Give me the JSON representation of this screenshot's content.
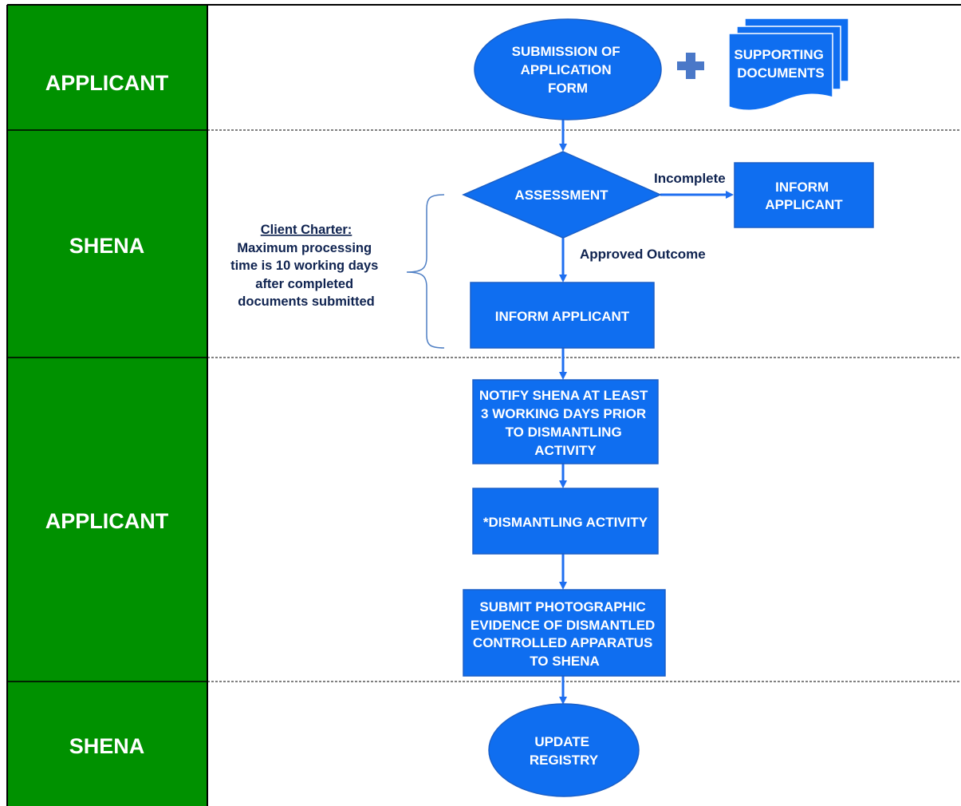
{
  "colors": {
    "lane_fill": "#009100",
    "node_fill": "#0f6ef0",
    "node_stroke": "#1a5fc7",
    "arrow": "#1f6ff0",
    "edge_text": "#0f2350",
    "divider": "#000000",
    "brace": "#4f7fc4"
  },
  "lanes": [
    {
      "id": "lane-1",
      "label": "APPLICANT"
    },
    {
      "id": "lane-2",
      "label": "SHENA"
    },
    {
      "id": "lane-3",
      "label": "APPLICANT"
    },
    {
      "id": "lane-4",
      "label": "SHENA"
    }
  ],
  "nodes": {
    "submission": {
      "shape": "ellipse",
      "lines": [
        "SUBMISSION OF",
        "APPLICATION",
        "FORM"
      ]
    },
    "plus": {
      "shape": "plus-icon"
    },
    "supporting_docs": {
      "shape": "multi-document",
      "lines": [
        "SUPPORTING",
        "DOCUMENTS"
      ]
    },
    "assessment": {
      "shape": "diamond",
      "lines": [
        "ASSESSMENT"
      ]
    },
    "inform_incomplete": {
      "shape": "rectangle",
      "lines": [
        "INFORM",
        "APPLICANT"
      ]
    },
    "inform_approved": {
      "shape": "rectangle",
      "lines": [
        "INFORM APPLICANT"
      ]
    },
    "notify": {
      "shape": "rectangle",
      "lines": [
        "NOTIFY SHENA AT LEAST",
        "3 WORKING DAYS PRIOR",
        "TO DISMANTLING",
        "ACTIVITY"
      ]
    },
    "dismantling": {
      "shape": "rectangle",
      "lines": [
        "*DISMANTLING ACTIVITY"
      ]
    },
    "submit_evidence": {
      "shape": "rectangle",
      "lines": [
        "SUBMIT PHOTOGRAPHIC",
        "EVIDENCE OF DISMANTLED",
        "CONTROLLED APPARATUS",
        "TO SHENA"
      ]
    },
    "update_registry": {
      "shape": "ellipse",
      "lines": [
        "UPDATE",
        "REGISTRY"
      ]
    }
  },
  "edges": [
    {
      "from": "submission",
      "to": "assessment",
      "label": ""
    },
    {
      "from": "assessment",
      "to": "inform_incomplete",
      "label": "Incomplete"
    },
    {
      "from": "assessment",
      "to": "inform_approved",
      "label": "Approved Outcome"
    },
    {
      "from": "inform_approved",
      "to": "notify",
      "label": ""
    },
    {
      "from": "notify",
      "to": "dismantling",
      "label": ""
    },
    {
      "from": "dismantling",
      "to": "submit_evidence",
      "label": ""
    },
    {
      "from": "submit_evidence",
      "to": "update_registry",
      "label": ""
    }
  ],
  "note": {
    "heading": "Client Charter:",
    "lines": [
      "Maximum processing",
      "time is 10 working days",
      "after completed",
      "documents submitted"
    ]
  }
}
